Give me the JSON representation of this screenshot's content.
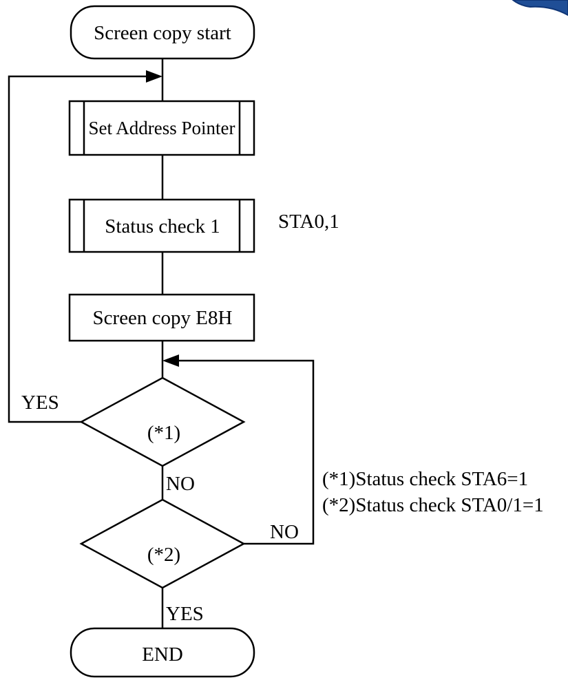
{
  "nodes": {
    "start": "Screen copy start",
    "set_address": "Set Address Pointer",
    "status_check": "Status check 1",
    "screen_copy": "Screen copy E8H",
    "decision_1": "(*1)",
    "decision_2": "(*2)",
    "end": "END"
  },
  "annotations": {
    "status_flags": "STA0,1",
    "note_1": "(*1)Status check STA6=1",
    "note_2": "(*2)Status check STA0/1=1"
  },
  "branches": {
    "d1_yes": "YES",
    "d1_no": "NO",
    "d2_no": "NO",
    "d2_yes": "YES"
  },
  "colors": {
    "line": "#000000",
    "background": "#ffffff",
    "brand_mark": "#1f4e96"
  }
}
